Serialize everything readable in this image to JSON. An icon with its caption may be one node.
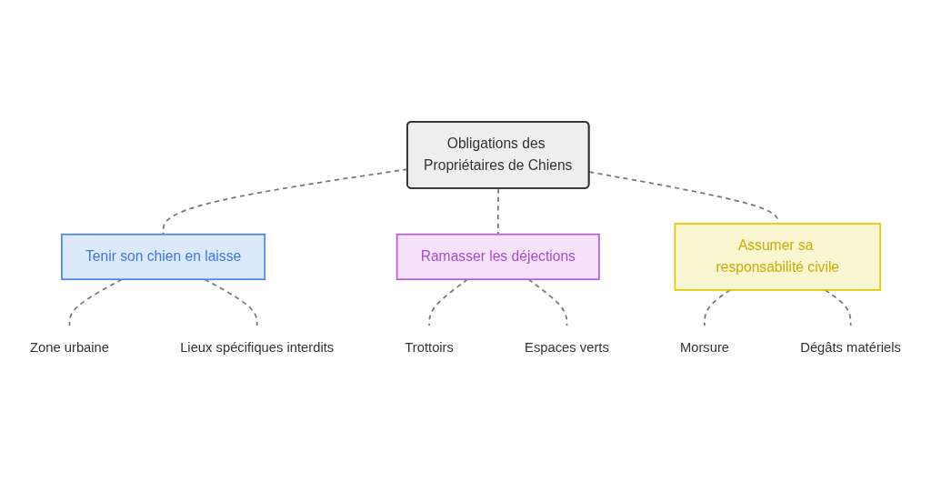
{
  "diagram": {
    "nodes": [
      {
        "text": [
          "Obligations des Propriétaires de Chiens"
        ]
      },
      {
        "text": [
          "Tenir son chien en laisse"
        ]
      },
      {
        "text": [
          "Zone urbaine"
        ]
      },
      {
        "text": [
          "Lieux spécifiques interdits"
        ]
      },
      {
        "text": [
          "Ramasser les déjections"
        ]
      },
      {
        "text": [
          "Trottoirs"
        ]
      },
      {
        "text": [
          "Espaces verts"
        ]
      },
      {
        "text": [
          "Assumer sa responsabilité civile"
        ]
      },
      {
        "text": [
          "Morsure"
        ]
      },
      {
        "text": [
          "Dégâts matériels"
        ]
      }
    ],
    "edges": [
      {
        "from": 0,
        "to": 1,
        "arrow": "none",
        "style": "dashed"
      },
      {
        "from": 1,
        "to": 2,
        "arrow": "none",
        "style": "dashed"
      },
      {
        "from": 1,
        "to": 3,
        "arrow": "none",
        "style": "dashed"
      },
      {
        "from": 0,
        "to": 4,
        "arrow": "none",
        "style": "dashed"
      },
      {
        "from": 4,
        "to": 5,
        "arrow": "none",
        "style": "dashed"
      },
      {
        "from": 4,
        "to": 6,
        "arrow": "none",
        "style": "dashed"
      },
      {
        "from": 0,
        "to": 7,
        "arrow": "none",
        "style": "dashed"
      },
      {
        "from": 7,
        "to": 8,
        "arrow": "none",
        "style": "dashed"
      },
      {
        "from": 7,
        "to": 9,
        "arrow": "none",
        "style": "dashed"
      }
    ]
  }
}
